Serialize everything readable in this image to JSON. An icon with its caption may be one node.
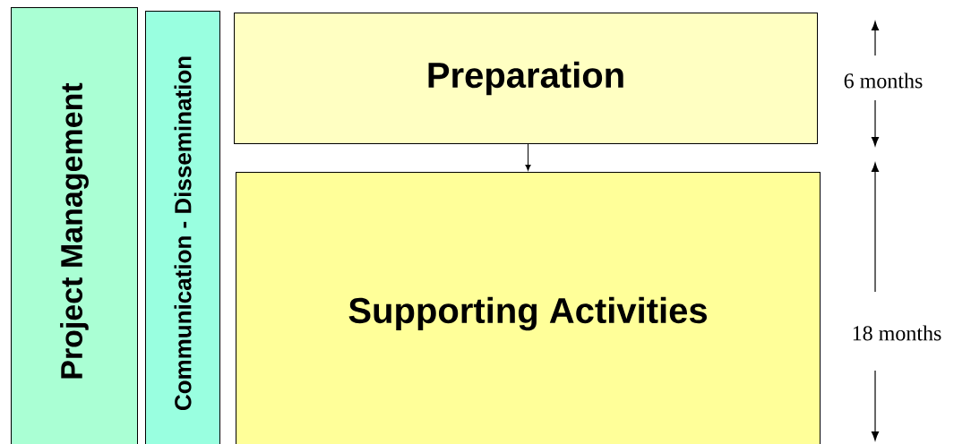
{
  "diagram": {
    "nodes": [
      {
        "text": [
          "Project Management"
        ]
      },
      {
        "text": [
          "Communication - Dissemination"
        ]
      },
      {
        "text": [
          "Preparation"
        ]
      },
      {
        "text": [
          "Supporting Activities"
        ]
      }
    ],
    "edges": [
      {
        "from": 2,
        "to": 3,
        "arrow": "to"
      }
    ],
    "labels": [
      "6 months",
      "18 months"
    ]
  }
}
